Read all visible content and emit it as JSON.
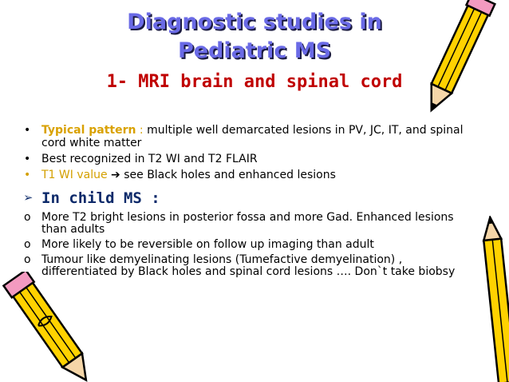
{
  "slide": {
    "title_line1": "Diagnostic studies in",
    "title_line2": "Pediatric MS",
    "subtitle": "1- MRI brain and spinal cord",
    "bullets": [
      {
        "marker": "•",
        "highlight": "Typical pattern",
        "highlight_suffix": " :",
        "text": " multiple well demarcated lesions in PV, JC, IT, and spinal cord white matter"
      },
      {
        "marker": "•",
        "highlight": "",
        "highlight_suffix": "",
        "text": "Best recognized in T2 WI and T2 FLAIR"
      },
      {
        "marker": "•",
        "highlight": "T1 WI value",
        "highlight_suffix": " ",
        "text": "see Black holes and enhanced lesions",
        "arrow": "➔"
      }
    ],
    "section_heading": {
      "marker": "➢",
      "text": "In child MS :"
    },
    "child_items": [
      {
        "marker": "o",
        "text": "More T2 bright lesions in posterior fossa and more Gad. Enhanced lesions than adults"
      },
      {
        "marker": "o",
        "text": "More likely to be reversible on follow up imaging than adult"
      },
      {
        "marker": "o",
        "text": "Tumour like demyelinating lesions (Tumefactive demyelination) , differentiated by Black holes and spinal cord lesions …. Don`t take biobsy"
      }
    ]
  },
  "colors": {
    "title": "#6a6ae6",
    "subtitle": "#c00000",
    "highlight": "#d4a000",
    "heading": "#0d2a6a"
  },
  "icons": {
    "top_right": "pencil-icon",
    "bottom_left": "pencil-icon",
    "bottom_right": "pencil-icon"
  }
}
